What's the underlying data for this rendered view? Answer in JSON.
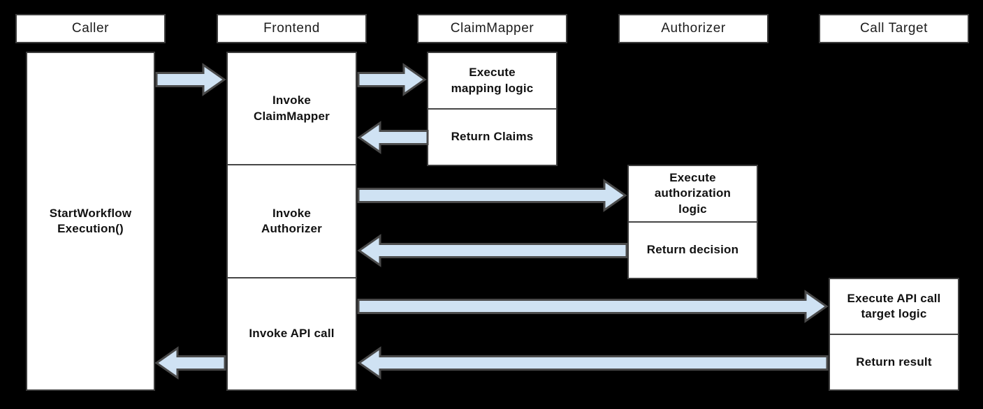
{
  "diagram": {
    "type": "sequence-flow",
    "colors": {
      "background": "#000000",
      "box_fill": "#ffffff",
      "box_border": "#3d3d3d",
      "arrow_fill": "#cfe2f3",
      "arrow_outline": "#4a4a4a",
      "text": "#111111"
    },
    "lanes": [
      {
        "id": "caller",
        "header": "Caller",
        "sections": [
          {
            "label": "StartWorkflow\nExecution()"
          }
        ]
      },
      {
        "id": "frontend",
        "header": "Frontend",
        "sections": [
          {
            "label": "Invoke\nClaimMapper"
          },
          {
            "label": "Invoke\nAuthorizer"
          },
          {
            "label": "Invoke API call"
          }
        ]
      },
      {
        "id": "claimmapper",
        "header": "ClaimMapper",
        "sections": [
          {
            "label": "Execute\nmapping logic"
          },
          {
            "label": "Return Claims"
          }
        ]
      },
      {
        "id": "authorizer",
        "header": "Authorizer",
        "sections": [
          {
            "label": "Execute\nauthorization\nlogic"
          },
          {
            "label": "Return decision"
          }
        ]
      },
      {
        "id": "calltarget",
        "header": "Call Target",
        "sections": [
          {
            "label": "Execute API call\ntarget logic"
          },
          {
            "label": "Return result"
          }
        ]
      }
    ],
    "arrows": [
      {
        "from": "caller",
        "to": "frontend"
      },
      {
        "from": "frontend",
        "to": "claimmapper"
      },
      {
        "from": "claimmapper",
        "to": "frontend"
      },
      {
        "from": "frontend",
        "to": "authorizer"
      },
      {
        "from": "authorizer",
        "to": "frontend"
      },
      {
        "from": "frontend",
        "to": "calltarget"
      },
      {
        "from": "calltarget",
        "to": "frontend"
      },
      {
        "from": "frontend",
        "to": "caller"
      }
    ]
  }
}
